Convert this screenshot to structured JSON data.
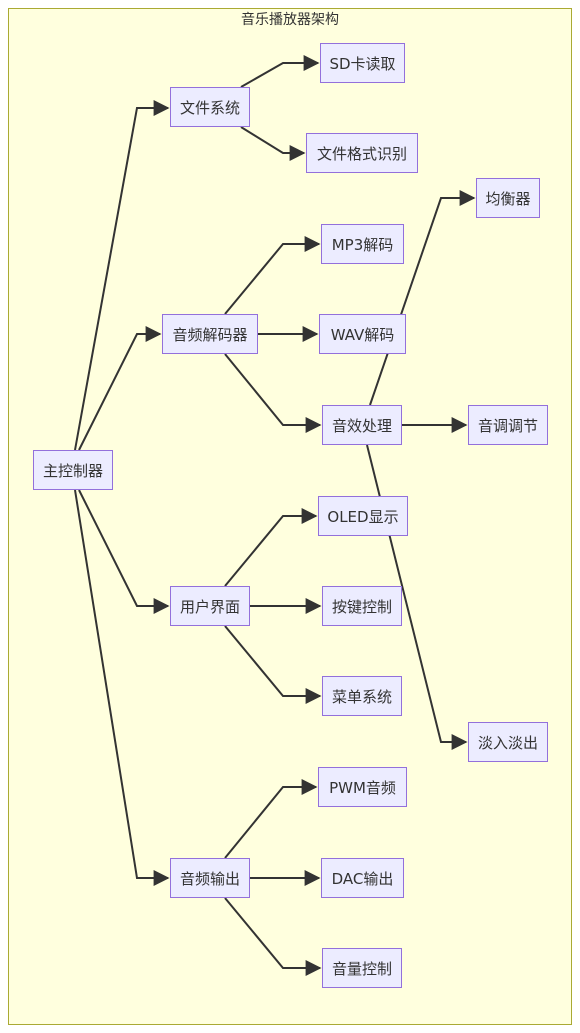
{
  "title": "音乐播放器架构",
  "nodes": {
    "main": "主控制器",
    "fs": "文件系统",
    "sd": "SD卡读取",
    "fmt": "文件格式识别",
    "decoder": "音频解码器",
    "mp3": "MP3解码",
    "wav": "WAV解码",
    "effect": "音效处理",
    "eq": "均衡器",
    "tone": "音调调节",
    "fade": "淡入淡出",
    "ui": "用户界面",
    "oled": "OLED显示",
    "keys": "按键控制",
    "menu": "菜单系统",
    "out": "音频输出",
    "pwm": "PWM音频",
    "dac": "DAC输出",
    "vol": "音量控制"
  },
  "edges": [
    [
      "main",
      "fs"
    ],
    [
      "main",
      "decoder"
    ],
    [
      "main",
      "ui"
    ],
    [
      "main",
      "out"
    ],
    [
      "fs",
      "sd"
    ],
    [
      "fs",
      "fmt"
    ],
    [
      "decoder",
      "mp3"
    ],
    [
      "decoder",
      "wav"
    ],
    [
      "decoder",
      "effect"
    ],
    [
      "effect",
      "eq"
    ],
    [
      "effect",
      "tone"
    ],
    [
      "effect",
      "fade"
    ],
    [
      "ui",
      "oled"
    ],
    [
      "ui",
      "keys"
    ],
    [
      "ui",
      "menu"
    ],
    [
      "out",
      "pwm"
    ],
    [
      "out",
      "dac"
    ],
    [
      "out",
      "vol"
    ]
  ],
  "colors": {
    "cluster_fill": "#ffffde",
    "cluster_border": "#aaaa33",
    "node_fill": "#ececff",
    "node_border": "#9370db",
    "edge": "#333333"
  }
}
